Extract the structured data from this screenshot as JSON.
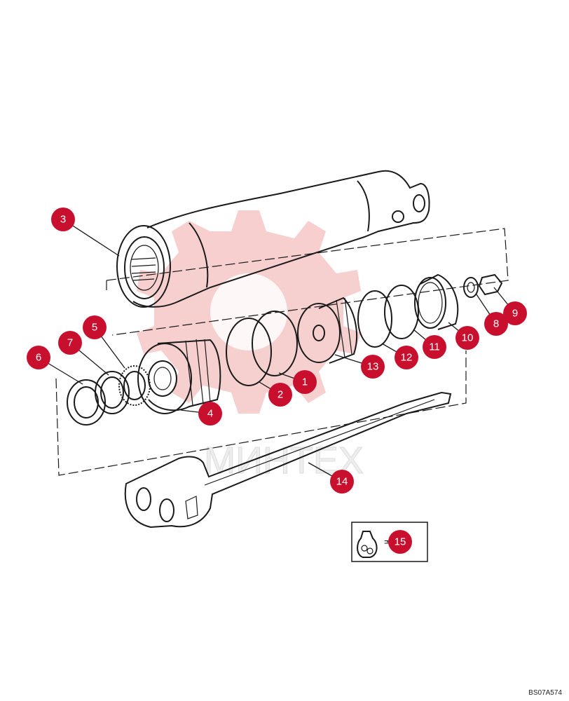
{
  "callouts": [
    {
      "id": "callout-1",
      "label": "1"
    },
    {
      "id": "callout-2",
      "label": "2"
    },
    {
      "id": "callout-3",
      "label": "3"
    },
    {
      "id": "callout-4",
      "label": "4"
    },
    {
      "id": "callout-5",
      "label": "5"
    },
    {
      "id": "callout-6",
      "label": "6"
    },
    {
      "id": "callout-7",
      "label": "7"
    },
    {
      "id": "callout-8",
      "label": "8"
    },
    {
      "id": "callout-9",
      "label": "9"
    },
    {
      "id": "callout-10",
      "label": "10"
    },
    {
      "id": "callout-11",
      "label": "11"
    },
    {
      "id": "callout-12",
      "label": "12"
    },
    {
      "id": "callout-13",
      "label": "13"
    },
    {
      "id": "callout-14",
      "label": "14"
    },
    {
      "id": "callout-15",
      "label": "15"
    }
  ],
  "kit_box": {
    "icon": "seal-kit-bag-icon",
    "equals": "="
  },
  "reference_code": "BS07A574",
  "watermark": {
    "text": "МИНТЕХ",
    "color": "#f4c4c4"
  },
  "colors": {
    "callout": "#c8102e",
    "line": "#1a1a1a"
  }
}
